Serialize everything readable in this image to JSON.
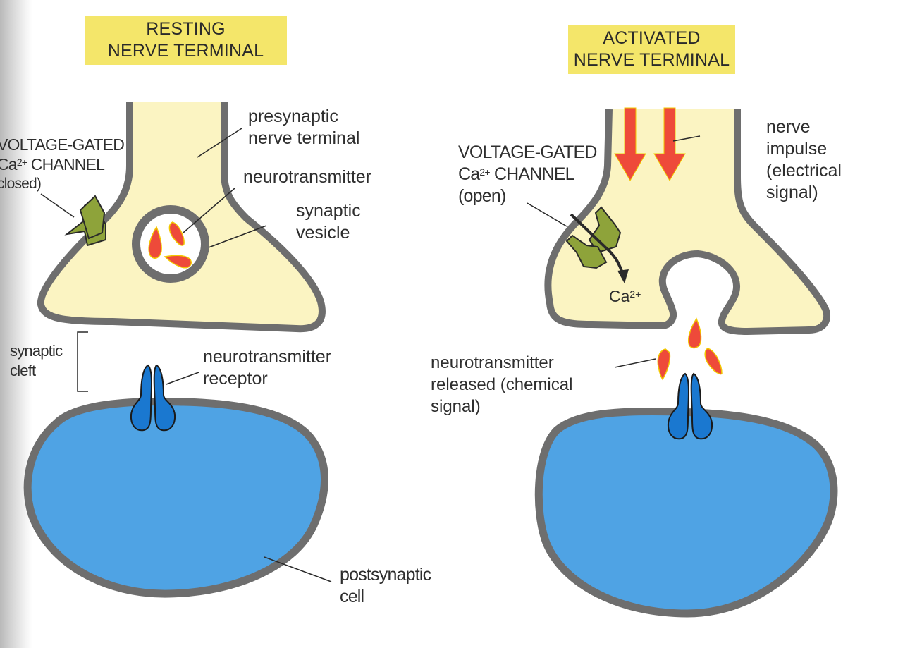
{
  "figure": {
    "panels": [
      {
        "id": "resting",
        "title_lines": [
          "RESTING",
          "NERVE TERMINAL"
        ],
        "labels": {
          "presynaptic": [
            "presynaptic",
            "nerve terminal"
          ],
          "neurotransmitter": "neurotransmitter",
          "vesicle": [
            "synaptic",
            "vesicle"
          ],
          "channel_line1": "VOLTAGE-GATED",
          "channel_ca": "Ca",
          "channel_charge": "2+",
          "channel_word": " CHANNEL",
          "channel_state": "closed)",
          "cleft": [
            "synaptic",
            "cleft"
          ],
          "receptor": [
            "neurotransmitter",
            "receptor"
          ],
          "postsynaptic": [
            "postsynaptic",
            "cell"
          ]
        }
      },
      {
        "id": "activated",
        "title_lines": [
          "ACTIVATED",
          "NERVE TERMINAL"
        ],
        "labels": {
          "impulse": [
            "nerve",
            "impulse",
            "(electrical",
            "signal)"
          ],
          "channel_line1": "VOLTAGE-GATED",
          "channel_ca": "Ca",
          "channel_charge": "2+",
          "channel_word": " CHANNEL",
          "channel_state": "(open)",
          "ion_ca": "Ca",
          "ion_charge": "2+",
          "released": [
            "neurotransmitter",
            "released (chemical",
            "signal)"
          ]
        }
      }
    ],
    "colors": {
      "terminal_fill": "#fbf4c2",
      "membrane": "#6e6e6e",
      "postsynaptic_fill": "#4fa3e4",
      "receptor_fill": "#1a78d0",
      "channel_fill": "#8ea33a",
      "neurotransmitter_fill": "#ee4a3a",
      "arrow_fill": "#ee4a3a",
      "title_bg": "#f4e66a"
    }
  }
}
